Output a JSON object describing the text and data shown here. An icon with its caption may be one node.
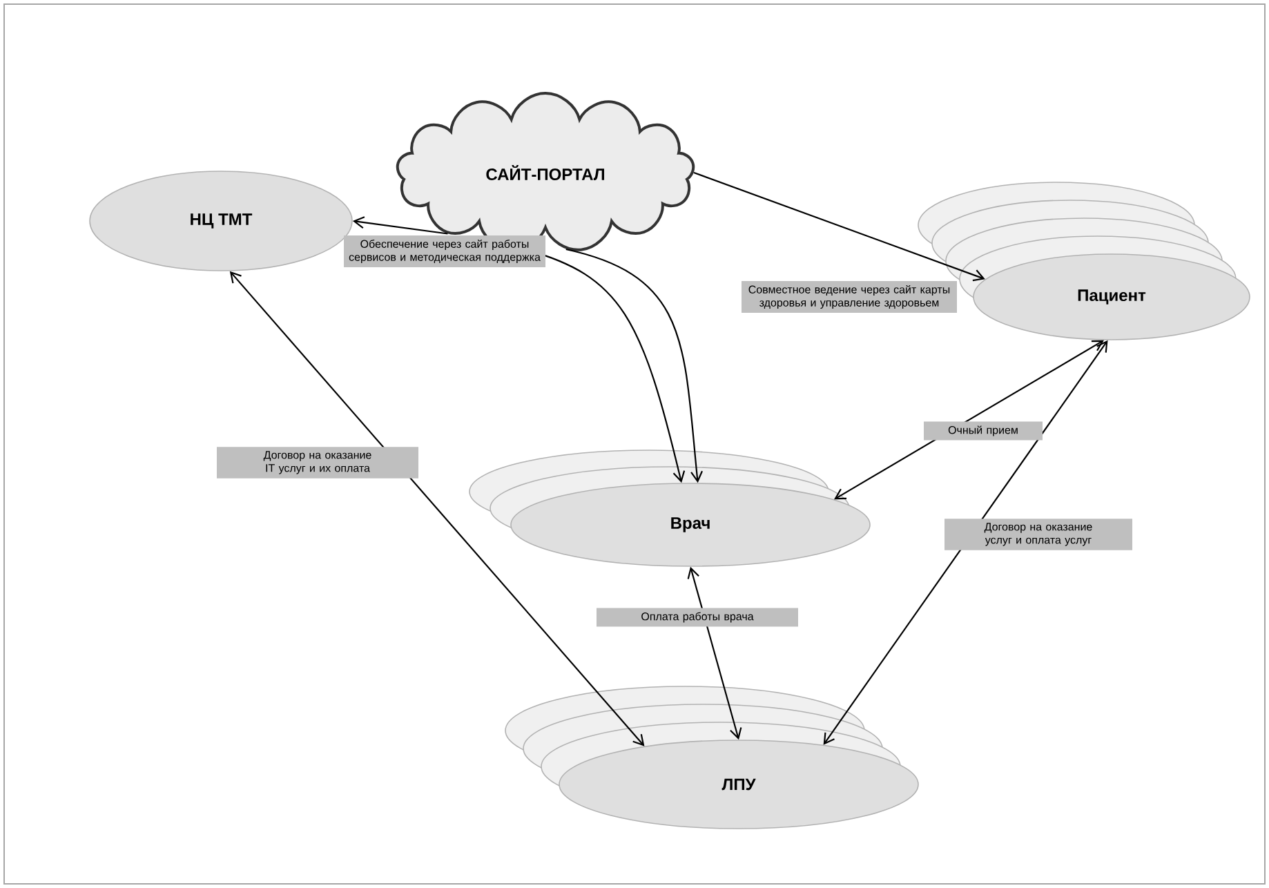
{
  "diagram": {
    "nodes": [
      {
        "text": [
          "САЙТ-ПОРТАЛ"
        ]
      },
      {
        "text": [
          "НЦ ТМТ"
        ]
      },
      {
        "text": [
          "Пациент"
        ]
      },
      {
        "text": [
          "Врач"
        ]
      },
      {
        "text": [
          "ЛПУ"
        ]
      }
    ],
    "edges": [
      {
        "from": 0,
        "to": 1,
        "arrow": "to",
        "label": "Обеспечение через сайт работы сервисов и методическая поддержка"
      },
      {
        "from": 0,
        "to": 3,
        "arrow": "to"
      },
      {
        "from": 0,
        "to": 2,
        "arrow": "to",
        "label": "Совместное ведение через сайт карты здоровья и управление здоровьем"
      },
      {
        "from": 0,
        "to": 3,
        "arrow": "to"
      },
      {
        "from": 1,
        "to": 4,
        "arrow": "both",
        "label": "Договор на оказание IT услуг и их оплата"
      },
      {
        "from": 3,
        "to": 2,
        "arrow": "both",
        "label": "Очный прием"
      },
      {
        "from": 2,
        "to": 4,
        "arrow": "both",
        "label": "Договор на оказание услуг и оплата услуг"
      },
      {
        "from": 3,
        "to": 4,
        "arrow": "both",
        "label": "Оплата работы врача"
      }
    ]
  }
}
